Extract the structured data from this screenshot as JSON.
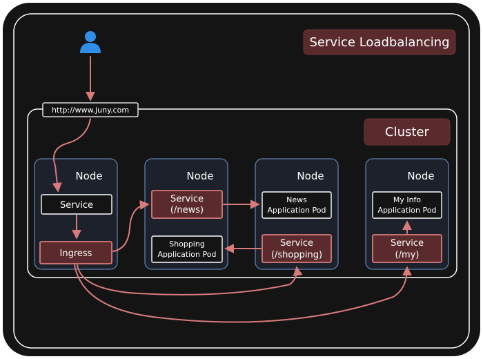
{
  "diagram": {
    "title": "Service Loadbalancing",
    "cluster_label": "Cluster",
    "url_label": "http://www.juny.com",
    "user_icon": "user-icon",
    "colors": {
      "background": "#141414",
      "frame": "#ffffff",
      "accent": "#d97b7b",
      "accent_fill": "#5a2a2c",
      "node_border": "#5f7fae",
      "node_fill": "#1c212b"
    },
    "nodes": [
      {
        "label": "Node"
      },
      {
        "label": "Node"
      },
      {
        "label": "Node"
      },
      {
        "label": "Node"
      }
    ],
    "node1": {
      "service": "Service",
      "ingress": "Ingress"
    },
    "node2": {
      "service_line1": "Service",
      "service_line2": "(/news)",
      "pod_line1": "Shopping",
      "pod_line2": "Application Pod"
    },
    "node3": {
      "pod_line1": "News",
      "pod_line2": "Application Pod",
      "service_line1": "Service",
      "service_line2": "(/shopping)"
    },
    "node4": {
      "pod_line1": "My Info",
      "pod_line2": "Application Pod",
      "service_line1": "Service",
      "service_line2": "(/my)"
    }
  }
}
